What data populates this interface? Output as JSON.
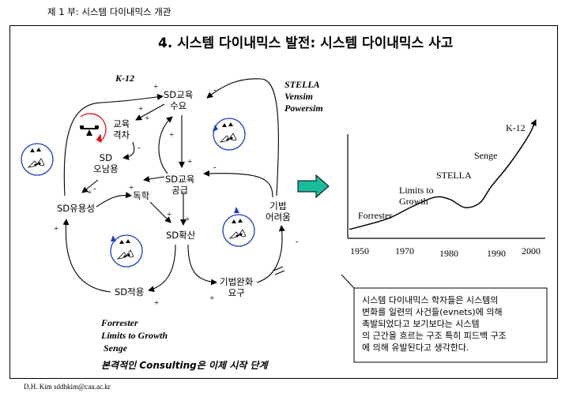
{
  "header": {
    "chapter": "제 1 부: 시스템 다이내믹스 개관"
  },
  "slide": {
    "title": "4. 시스템 다이내믹스 발전: 시스템 다이내믹스 사고"
  },
  "footer": {
    "author": "D.H. Kim  sddhkim@cau.ac.kr"
  },
  "labels": {
    "k12": "K-12",
    "tools": [
      "STELLA",
      "Vensim",
      "Powersim"
    ],
    "people": [
      "Forrester",
      "Limits to Growth",
      "Senge"
    ],
    "consulting": "본격적인 Consulting은 이제 시작 단계"
  },
  "nodes": {
    "demand": [
      "SD교육",
      "수요"
    ],
    "gap": [
      "교육",
      "격차"
    ],
    "misuse": [
      "SD",
      "오남용"
    ],
    "supply": [
      "SD교육",
      "공급"
    ],
    "usefulness": "SD유용성",
    "selfstudy": "독학",
    "diffusion": "SD확산",
    "difficulty": [
      "기법",
      "어려움"
    ],
    "application": "SD적용",
    "relief": [
      "기법완화",
      "요구"
    ]
  },
  "signs": [
    "+",
    "+",
    "-",
    "+",
    "+",
    "-",
    "+",
    "-",
    "+",
    "+",
    "+",
    "+",
    "-",
    "+",
    "+",
    "+",
    "-"
  ],
  "chart_data": {
    "type": "line",
    "title": "",
    "xlabel": "",
    "ylabel": "",
    "x_ticks": [
      "1950",
      "1970",
      "1980",
      "1990",
      "2000"
    ],
    "annotations": [
      "Forrester",
      "Limits to\nGrowth",
      "STELLA",
      "Senge",
      "K-12"
    ],
    "series": [
      {
        "x": [
          1950,
          1960,
          1967,
          1973,
          1977,
          1981,
          1985,
          1988,
          1993,
          1998,
          2000
        ],
        "y": [
          0.05,
          0.14,
          0.25,
          0.33,
          0.31,
          0.24,
          0.28,
          0.42,
          0.62,
          0.86,
          1.0
        ]
      }
    ]
  },
  "note": {
    "lines": [
      "시스템 다이내믹스 학자들은 시스템의",
      "변화를 일련의 사건들(evnets)에 의해",
      "촉발되었다고 보기보다는 시스템",
      "의 근간을 흐르는 구조 특히 피드백 구조",
      "에 의해 유발된다고 생각한다."
    ]
  },
  "colors": {
    "arrow": "#1abc9c",
    "loop_blue": "#1f3fbf",
    "loop_red": "#e01010"
  }
}
